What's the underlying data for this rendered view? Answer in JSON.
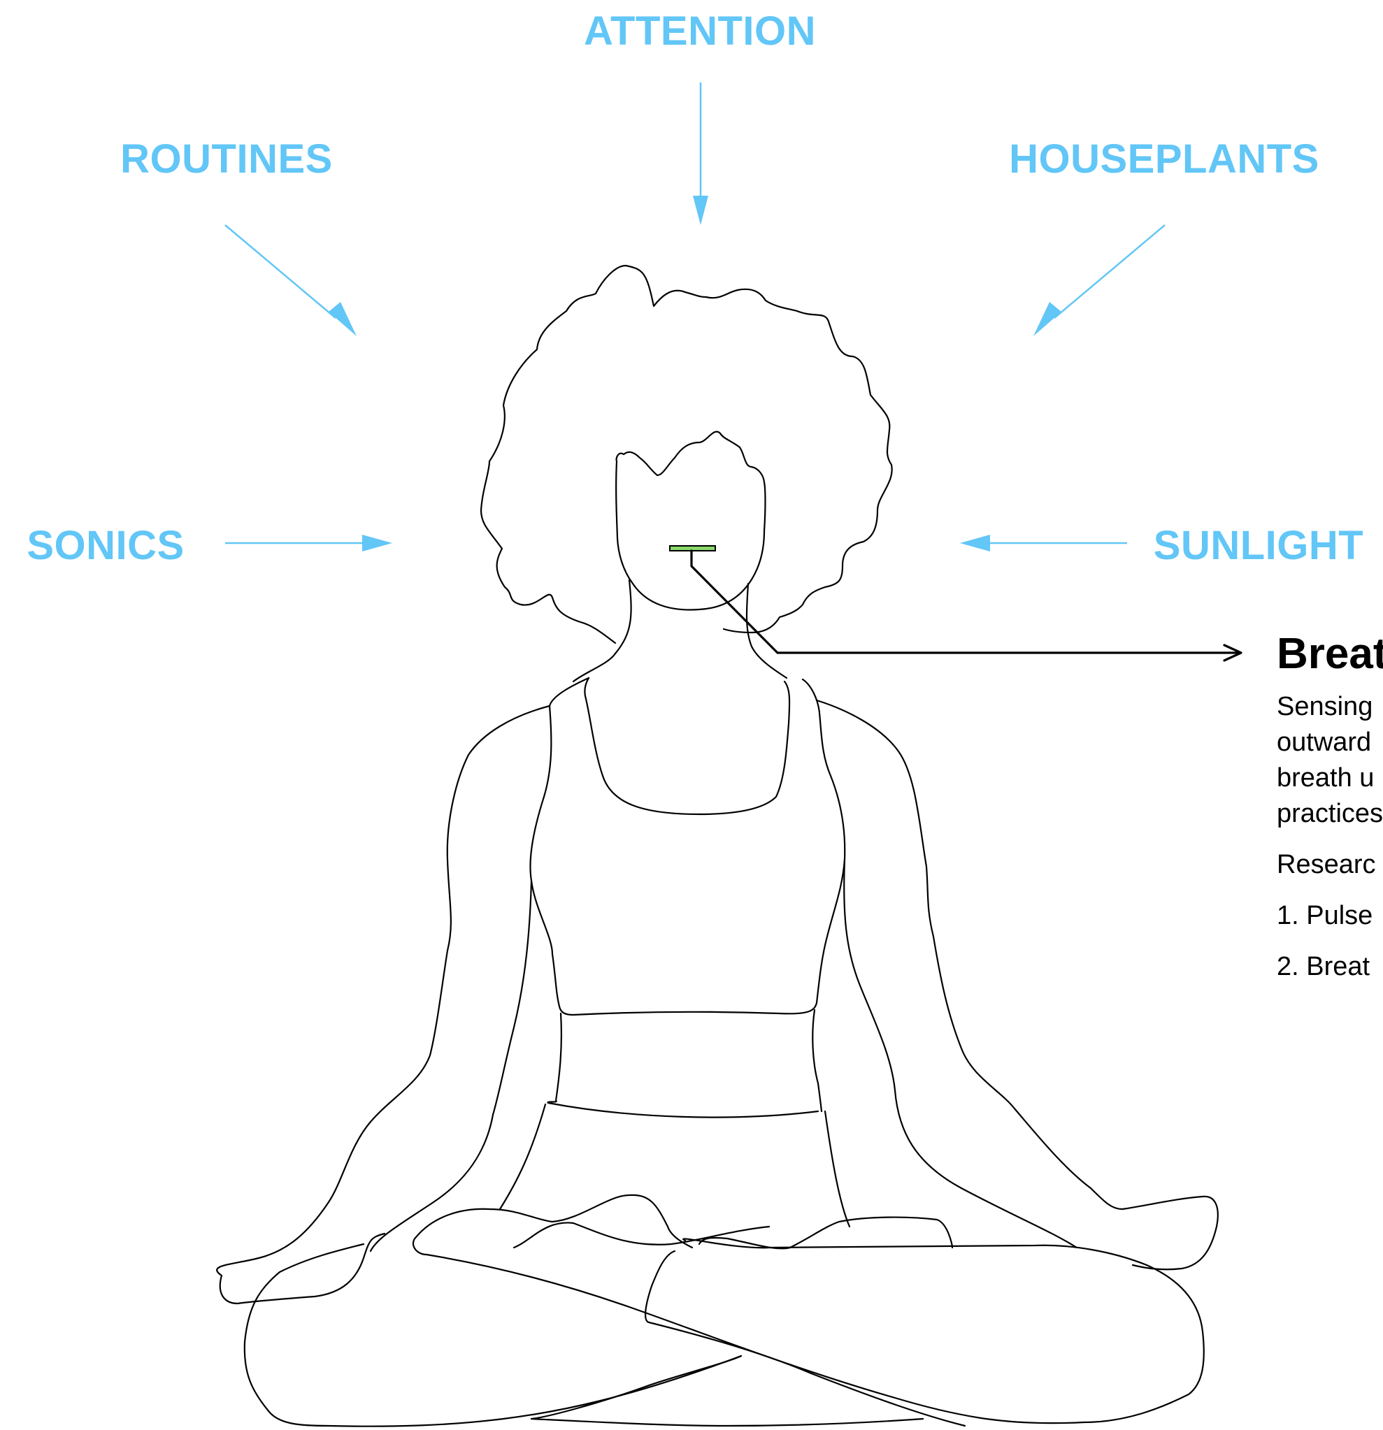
{
  "colors": {
    "factor_blue": "#62C6F7",
    "outline": "#000000",
    "sensor_green": "#8AD86A"
  },
  "factors": {
    "attention": "ATTENTION",
    "routines": "ROUTINES",
    "houseplants": "HOUSEPLANTS",
    "sonics": "SONICS",
    "sunlight": "SUNLIGHT"
  },
  "panel": {
    "title": "Breat",
    "description_lines": [
      "Sensing",
      "outward",
      "breath u",
      "practices"
    ],
    "research_label": "Researc",
    "list_items": [
      "1. Pulse",
      "2. Breat"
    ]
  },
  "icons": [
    "arrow-icon",
    "meditating-person-figure",
    "breath-sensor-icon"
  ]
}
